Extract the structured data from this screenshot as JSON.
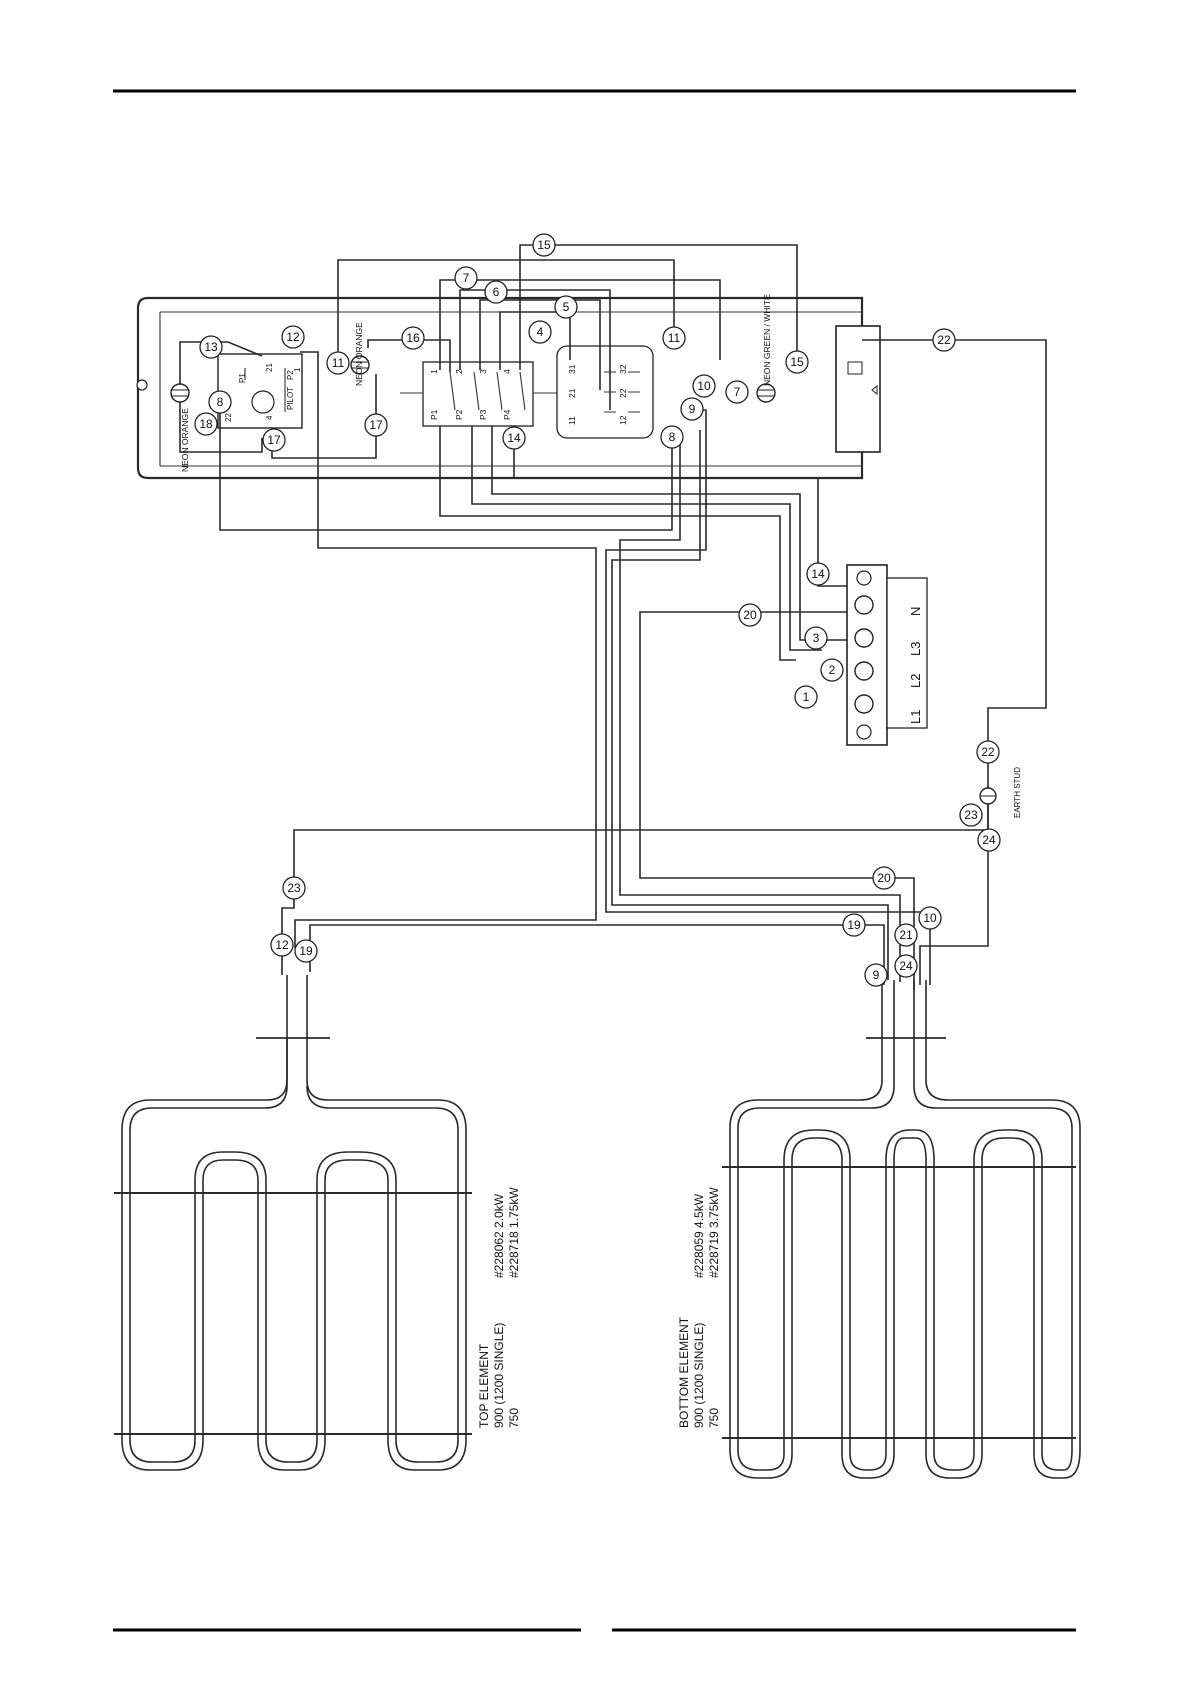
{
  "top_element": {
    "title": "TOP ELEMENT",
    "line1": "900 (1200 SINGLE)",
    "line1_value": "#228062 2.0kW",
    "line2": "750",
    "line2_value": "#228718 1.75kW"
  },
  "bottom_element": {
    "title": "BOTTOM ELEMENT",
    "line1": "900 (1200 SINGLE)",
    "line1_value": "#228059 4.5kW",
    "line2": "750",
    "line2_value": "#228719 3.75kW"
  },
  "control_panel": {
    "neon_left": "NEON ORANGE",
    "neon_middle": "NEON ORANGE",
    "neon_right": "NEON GREEN / WHITE",
    "thermostat_labels": [
      "P1",
      "P2",
      "PILOT",
      "21",
      "22",
      "4",
      "1"
    ],
    "switch_labels": [
      "P1",
      "P2",
      "P3",
      "P4",
      "1",
      "2",
      "3",
      "4"
    ],
    "relay_labels": [
      "11",
      "21",
      "31",
      "12",
      "22",
      "32"
    ]
  },
  "terminal_block": {
    "terminals": [
      "L1",
      "L2",
      "L3",
      "N"
    ]
  },
  "earth_stud_label": "EARTH STUD",
  "wire_numbers": [
    "1",
    "2",
    "3",
    "4",
    "5",
    "6",
    "7",
    "8",
    "9",
    "10",
    "11",
    "12",
    "13",
    "14",
    "15",
    "16",
    "17",
    "18",
    "19",
    "20",
    "21",
    "22",
    "23",
    "24"
  ]
}
